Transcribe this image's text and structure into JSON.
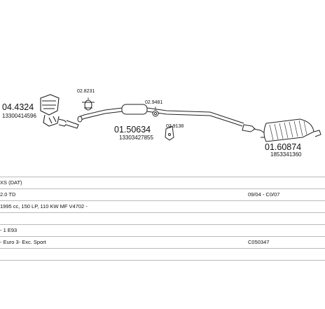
{
  "diagram": {
    "parts": [
      {
        "number": "04.4324",
        "oe": "13300414596"
      },
      {
        "number": "02.8231"
      },
      {
        "number": "01.50634",
        "oe": "13303427855"
      },
      {
        "number": "02.9481"
      },
      {
        "number": "02.9138"
      },
      {
        "number": "01.60874",
        "oe": "1853341360"
      }
    ]
  },
  "spec_rows": [
    {
      "left": "XS (DAT)",
      "right": ""
    },
    {
      "left": "2.0 TD",
      "right": "09/04 - C0/07"
    },
    {
      "left": "1995 cc, 150 LP, 110 KW MF V4702 -",
      "right": ""
    },
    {
      "left": "",
      "right": ""
    },
    {
      "left": "- 1 E93",
      "right": ""
    },
    {
      "left": "- Euro 3- Exc. Sport",
      "right": "C050347"
    },
    {
      "left": "",
      "right": ""
    }
  ]
}
